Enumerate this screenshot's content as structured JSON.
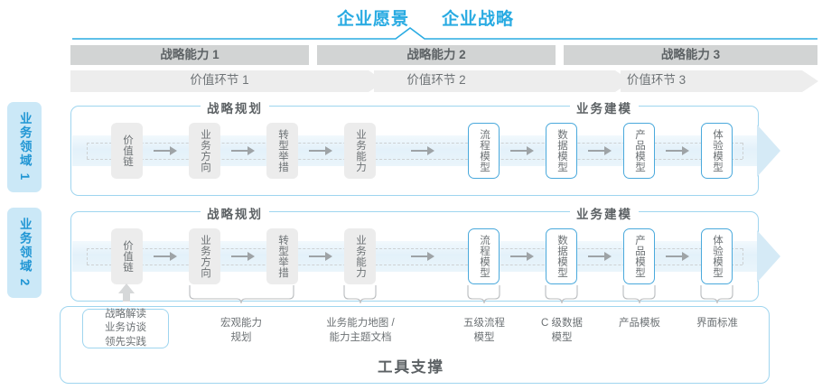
{
  "header": {
    "titles": [
      "企业愿景",
      "企业战略"
    ],
    "accent_color": "#29ABE2"
  },
  "capability_bars": [
    {
      "label": "战略能力 1"
    },
    {
      "label": "战略能力 2"
    },
    {
      "label": "战略能力 3"
    }
  ],
  "value_bars": [
    {
      "label": "价值环节 1"
    },
    {
      "label": "价值环节 2"
    },
    {
      "label": "价值环节 3"
    }
  ],
  "domains": [
    {
      "label": "业务领域 1"
    },
    {
      "label": "业务领域 2"
    }
  ],
  "sections": {
    "planning": "战略规划",
    "modeling": "业务建模"
  },
  "nodes": {
    "planning": [
      {
        "label": "价值链",
        "style": "gray"
      },
      {
        "label": "业务方向",
        "style": "gray"
      },
      {
        "label": "转型举措",
        "style": "gray"
      },
      {
        "label": "业务能力",
        "style": "gray"
      }
    ],
    "modeling": [
      {
        "label": "流程模型",
        "style": "blue"
      },
      {
        "label": "数据模型",
        "style": "blue"
      },
      {
        "label": "产品模型",
        "style": "blue"
      },
      {
        "label": "体验模型",
        "style": "blue"
      }
    ]
  },
  "tools": {
    "title": "工具支撑",
    "items": [
      {
        "label": "战略解读\n业务访谈\n领先实践",
        "boxed": true
      },
      {
        "label": "宏观能力\n规划",
        "boxed": false
      },
      {
        "label": "业务能力地图 /\n能力主题文档",
        "boxed": false
      },
      {
        "label": "五级流程\n模型",
        "boxed": false
      },
      {
        "label": "C 级数据\n模型",
        "boxed": false
      },
      {
        "label": "产品模板",
        "boxed": false
      },
      {
        "label": "界面标准",
        "boxed": false
      }
    ]
  },
  "colors": {
    "accent": "#29ABE2",
    "border_blue": "#9fd5ef",
    "node_blue": "#4aa9dc",
    "bar_dark": "#d2d4d4",
    "bar_light": "#ededed",
    "band": "#e3f1fa",
    "side_bg": "#cbe8f7",
    "text": "#5d6265"
  }
}
